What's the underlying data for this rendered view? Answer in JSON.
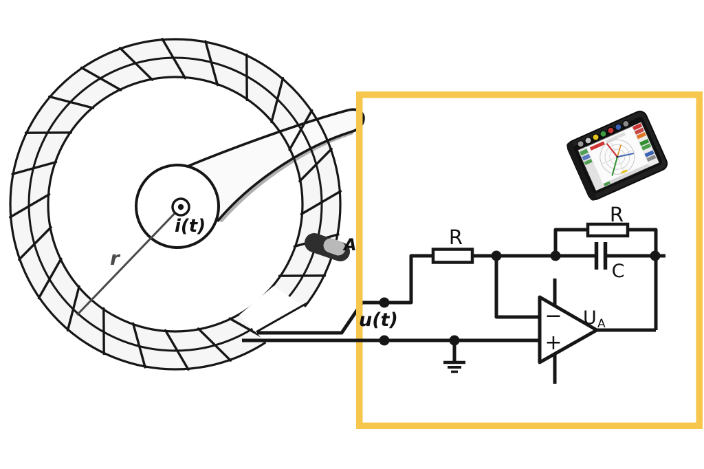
{
  "labels": {
    "current": "i(t)",
    "radius": "r",
    "coil_section_area": "A",
    "coil_voltage": "u(t)",
    "input_resistor": "R",
    "feedback_resistor": "R",
    "feedback_capacitor": "C",
    "output_voltage_base": "U",
    "output_voltage_subscript": "A",
    "opamp_inverting_input": "−",
    "opamp_noninverting_input": "+"
  },
  "colors": {
    "highlight_box_border": "#F7C64C",
    "ink": "#161616",
    "annotation_gray": "#4a4a4a",
    "coil_section_dark": "#2e2e2e",
    "coil_section_light": "#b9b9b9",
    "device_body": "#212121",
    "phasor_red": "#cc3333",
    "phasor_green": "#2f8f2f",
    "phasor_blue": "#3b62b5",
    "phasor_orange": "#e08820",
    "connector_yellow": "#e6c51f"
  },
  "icons": {
    "device": "power-analyzer-photo"
  }
}
